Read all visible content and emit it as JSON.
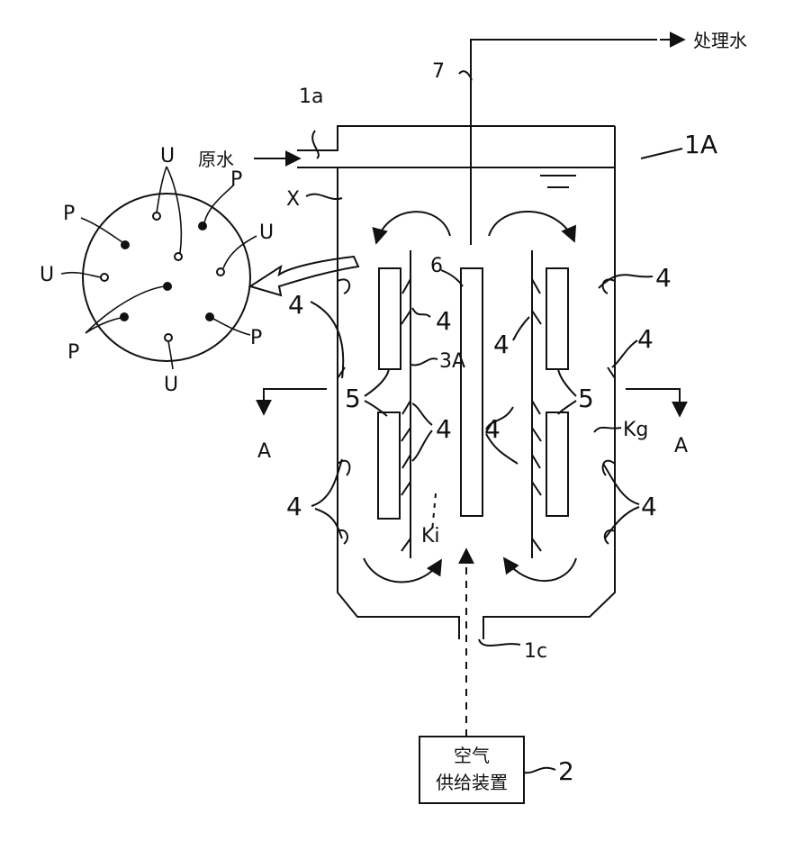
{
  "labels": {
    "treated_water": "处理水",
    "raw_water": "原水",
    "ref_1a": "1a",
    "ref_1A": "1A",
    "ref_1c": "1c",
    "ref_2": "2",
    "ref_3A": "3A",
    "ref_4": "4",
    "ref_5": "5",
    "ref_6": "6",
    "ref_7": "7",
    "ref_X": "X",
    "ref_Ki": "Ki",
    "ref_Kg": "Kg",
    "section_A": "A",
    "P": "P",
    "U": "U"
  },
  "air_supply_box": {
    "line1": "空气",
    "line2": "供给装置"
  }
}
